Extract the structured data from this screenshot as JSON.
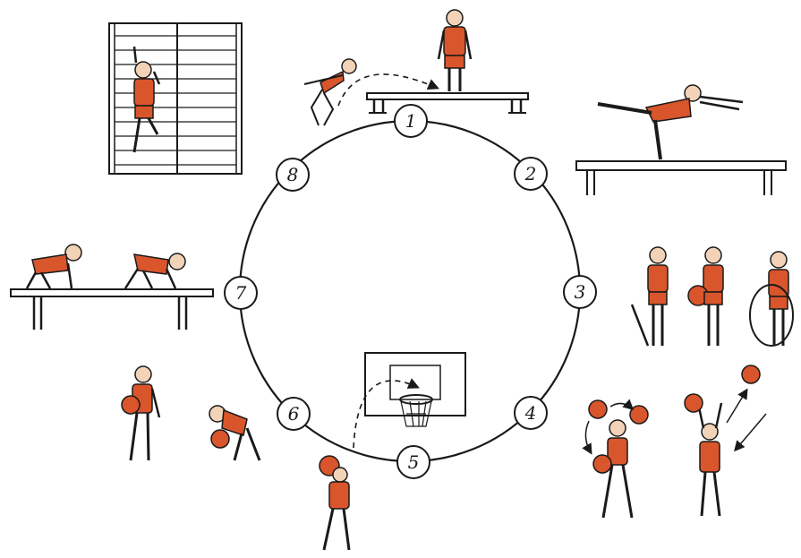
{
  "colors": {
    "line": "#1a1a1a",
    "figure": "#d9552b",
    "skin": "#f2d3b8",
    "hair": "#3a2a1f",
    "paper": "#ffffff"
  },
  "stations": [
    {
      "label": "1",
      "activity_icon": "jump-onto-bench"
    },
    {
      "label": "2",
      "activity_icon": "balance-on-beam"
    },
    {
      "label": "3",
      "activity_icon": "stick-ball-hoop-exercises"
    },
    {
      "label": "4",
      "activity_icon": "ball-throwing"
    },
    {
      "label": "5",
      "activity_icon": "basketball-shot"
    },
    {
      "label": "6",
      "activity_icon": "ball-bouncing"
    },
    {
      "label": "7",
      "activity_icon": "crawling-on-bench"
    },
    {
      "label": "8",
      "activity_icon": "climbing-wall-bars"
    }
  ]
}
